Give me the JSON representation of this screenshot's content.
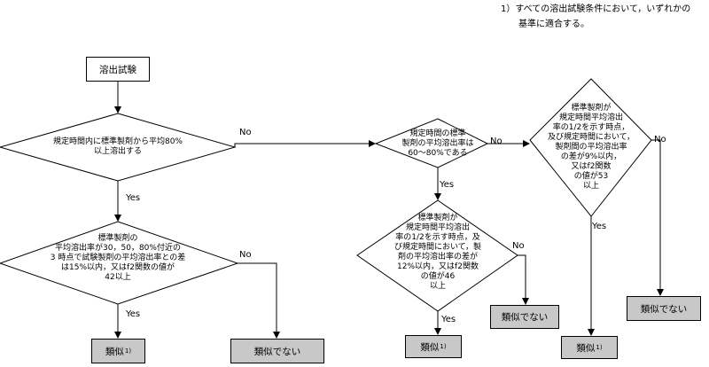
{
  "note": "1）すべての溶出試験条件において，いずれかの\n　　基準に適合する。",
  "start": "溶出試験",
  "d1": "規定時間内に標準製剤から平均80%\n以上溶出する",
  "d2": "標準製剤の\n平均溶出率が30，50，80%付近の\n3 時点で試験製剤の平均溶出率との差\nは15%以内，又はf2関数の値が\n42以上",
  "d3": "規定時間の標準\n製剤の平均溶出率は\n60〜80%である",
  "d4": "標準製剤が\n規定時間平均溶出\n率の1/2を示す時点，及\nび規定時間において，製\n剤の平均溶出率の差が\n12%以内，又はf2関数\nの値が46\n以上",
  "d5": "標準製剤が\n規定時間平均溶出\n率の1/2を示す時点，\n及び規定時間において，\n製剤間の平均溶出率\nの差が9%以内，\n又はf2関数\nの値が53\n以上",
  "yes": "Yes",
  "no": "No",
  "similar": "類似",
  "footnote_mark": "1)",
  "not_similar": "類似でない"
}
